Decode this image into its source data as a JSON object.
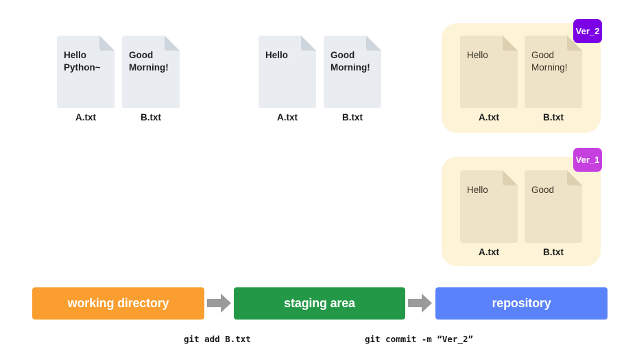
{
  "working_directory": {
    "files": [
      {
        "name": "A.txt",
        "content": "Hello\nPython~"
      },
      {
        "name": "B.txt",
        "content": "Good\nMorning!"
      }
    ]
  },
  "staging_area": {
    "files": [
      {
        "name": "A.txt",
        "content": "Hello"
      },
      {
        "name": "B.txt",
        "content": "Good\nMorning!"
      }
    ]
  },
  "repository": {
    "versions": [
      {
        "label": "Ver_2",
        "color": "#7b00e6",
        "files": [
          {
            "name": "A.txt",
            "content": "Hello"
          },
          {
            "name": "B.txt",
            "content": "Good\nMorning!"
          }
        ]
      },
      {
        "label": "Ver_1",
        "color": "#c640e0",
        "files": [
          {
            "name": "A.txt",
            "content": "Hello"
          },
          {
            "name": "B.txt",
            "content": "Good"
          }
        ]
      }
    ]
  },
  "stages": [
    {
      "label": "working directory",
      "color": "#f99e2f"
    },
    {
      "label": "staging area",
      "color": "#239947"
    },
    {
      "label": "repository",
      "color": "#5a82fa"
    }
  ],
  "commands": {
    "add": "git add B.txt",
    "commit": "git commit -m “Ver_2”"
  },
  "colors": {
    "doc_gray": "#e9edf2",
    "doc_gray_fold": "#cfd5dc",
    "doc_tan": "#eee3c6",
    "doc_tan_fold": "#dcd0b1",
    "version_box": "#fdf3d7",
    "arrow": "#9a9a9a"
  }
}
